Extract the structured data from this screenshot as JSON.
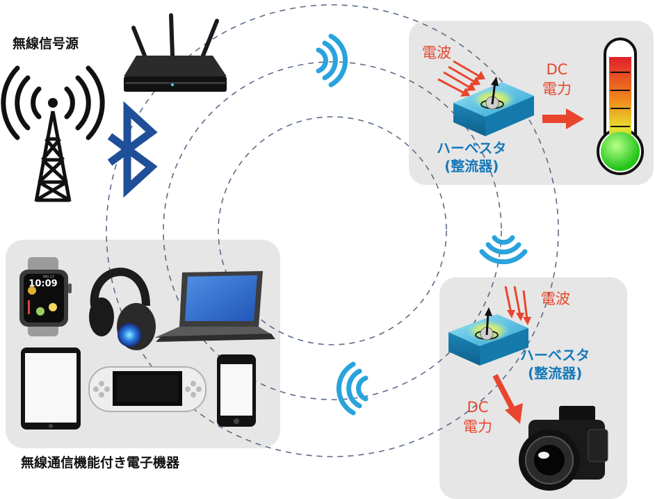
{
  "labels": {
    "source_title": "無線信号源",
    "devices_title": "無線通信機能付き電子機器",
    "top_wave_label": "電波",
    "bottom_wave_label": "電波",
    "top_dc_label": "DC\n電力",
    "bottom_dc_label": "DC\n電力",
    "top_harvester_label": "ハーベスタ\n(整流器)",
    "bottom_harvester_label": "ハーベスタ\n(整流器)"
  },
  "watch_screen": {
    "time": "10:09",
    "date": "FRI 17"
  },
  "colors": {
    "accent_red": "#e8452c",
    "label_blue": "#1679b9",
    "wifi_blue": "#29a3dc",
    "bluetooth_blue": "#1f4f99",
    "panel_gray": "#e6e6e6",
    "dashed_circle": "#5a6a88"
  },
  "icons": [
    "antenna-tower-icon",
    "router-icon",
    "bluetooth-icon",
    "wifi-signal-icon",
    "thermometer-icon",
    "camera-icon",
    "smartwatch-icon",
    "headphones-icon",
    "laptop-icon",
    "tablet-icon",
    "game-console-icon",
    "smartphone-icon",
    "harvester-chip-icon"
  ]
}
